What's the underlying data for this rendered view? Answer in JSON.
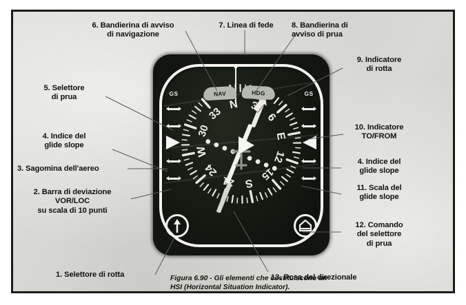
{
  "figure": {
    "caption": "Figura 6.90 - Gli elementi che costituiscono un HSI (Horizontal Situation Indicator).",
    "background_color": "#d6d6d3",
    "border_color": "#1a1a18"
  },
  "instrument": {
    "name": "HSI (Horizontal Situation Indicator)",
    "case_color": "#121511",
    "face_color": "#161b13",
    "bezel_color": "#f2f2ee",
    "flags": [
      {
        "id": "nav-flag",
        "text": "NAV",
        "color": "#b4b8b0"
      },
      {
        "id": "hdg-flag",
        "text": "HDG",
        "color": "#b4b8b0"
      }
    ],
    "glide_slope": {
      "left_label": "GS",
      "right_label": "GS",
      "dot_count_per_side": 4,
      "pointer_color": "#f4f4f1"
    },
    "compass": {
      "rotation_deg": -11,
      "labels": [
        {
          "text": "N",
          "deg": 0
        },
        {
          "text": "3",
          "deg": 30
        },
        {
          "text": "6",
          "deg": 60
        },
        {
          "text": "E",
          "deg": 90
        },
        {
          "text": "12",
          "deg": 120
        },
        {
          "text": "15",
          "deg": 150
        },
        {
          "text": "S",
          "deg": 180
        },
        {
          "text": "21",
          "deg": 210
        },
        {
          "text": "24",
          "deg": 240
        },
        {
          "text": "W",
          "deg": 270
        },
        {
          "text": "30",
          "deg": 300
        },
        {
          "text": "33",
          "deg": 330
        }
      ]
    },
    "knobs": [
      {
        "id": "course-knob",
        "glyph": "arrow-up"
      },
      {
        "id": "heading-knob",
        "glyph": "heading-bug"
      }
    ]
  },
  "callouts": [
    {
      "n": "1.",
      "text": "1. Selettore di rotta"
    },
    {
      "n": "2.",
      "text": "2. Barra di deviazione\nVOR/LOC\nsu scala di 10 punti"
    },
    {
      "n": "3.",
      "text": "3. Sagomina dell'aereo"
    },
    {
      "n": "4L",
      "text": "4. Indice del\nglide slope"
    },
    {
      "n": "5.",
      "text": "5. Selettore\ndi prua"
    },
    {
      "n": "6.",
      "text": "6. Bandierina di avviso\ndi navigazione"
    },
    {
      "n": "7.",
      "text": "7. Linea di fede"
    },
    {
      "n": "8.",
      "text": "8. Bandierina di\navviso di prua"
    },
    {
      "n": "9.",
      "text": "9. Indicatore\ndi rotta"
    },
    {
      "n": "10.",
      "text": "10. Indicatore\nTO/FROM"
    },
    {
      "n": "4R",
      "text": "4. Indice del\nglide slope"
    },
    {
      "n": "11.",
      "text": "11. Scala del\nglide slope"
    },
    {
      "n": "12.",
      "text": "12. Comando\ndel selettore\ndi prua"
    },
    {
      "n": "13.",
      "text": "13. Rosa del direzionale"
    }
  ]
}
